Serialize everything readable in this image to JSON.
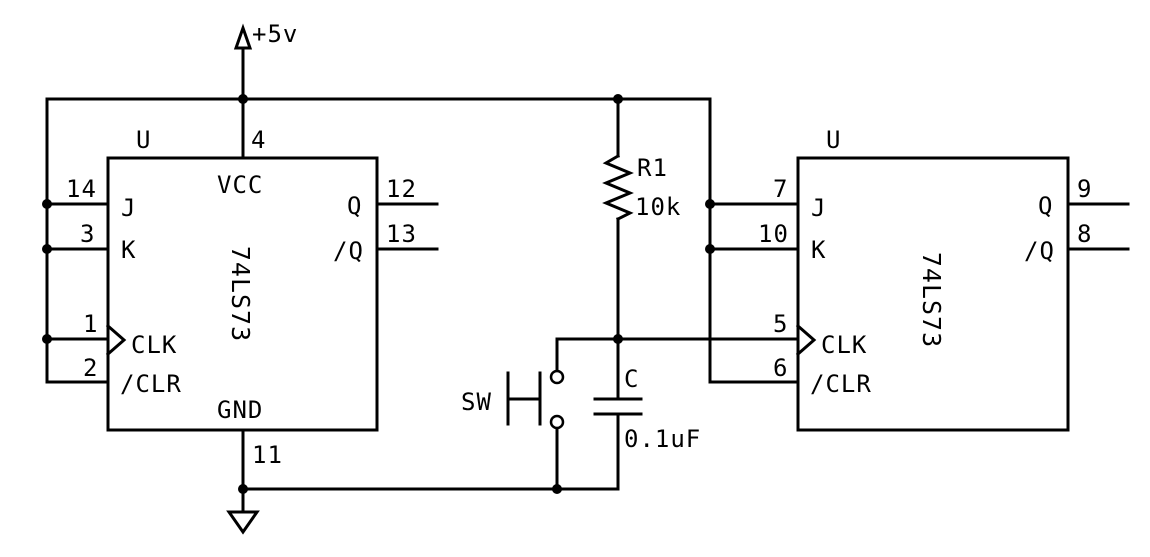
{
  "power": {
    "vcc_label": "+5v"
  },
  "chip1": {
    "ref": "U",
    "part": "74LS73",
    "vcc_pin": "4",
    "gnd_pin": "11",
    "vcc_label": "VCC",
    "gnd_label": "GND",
    "pins": {
      "j": {
        "num": "14",
        "label": "J"
      },
      "k": {
        "num": "3",
        "label": "K"
      },
      "clk": {
        "num": "1",
        "label": "CLK"
      },
      "clr": {
        "num": "2",
        "label": "/CLR"
      },
      "q": {
        "num": "12",
        "label": "Q"
      },
      "nq": {
        "num": "13",
        "label": "/Q"
      }
    }
  },
  "chip2": {
    "ref": "U",
    "part": "74LS73",
    "pins": {
      "j": {
        "num": "7",
        "label": "J"
      },
      "k": {
        "num": "10",
        "label": "K"
      },
      "clk": {
        "num": "5",
        "label": "CLK"
      },
      "clr": {
        "num": "6",
        "label": "/CLR"
      },
      "q": {
        "num": "9",
        "label": "Q"
      },
      "nq": {
        "num": "8",
        "label": "/Q"
      }
    }
  },
  "resistor": {
    "ref": "R1",
    "value": "10k"
  },
  "capacitor": {
    "ref": "C",
    "value": "0.1uF"
  },
  "switch": {
    "ref": "SW"
  }
}
